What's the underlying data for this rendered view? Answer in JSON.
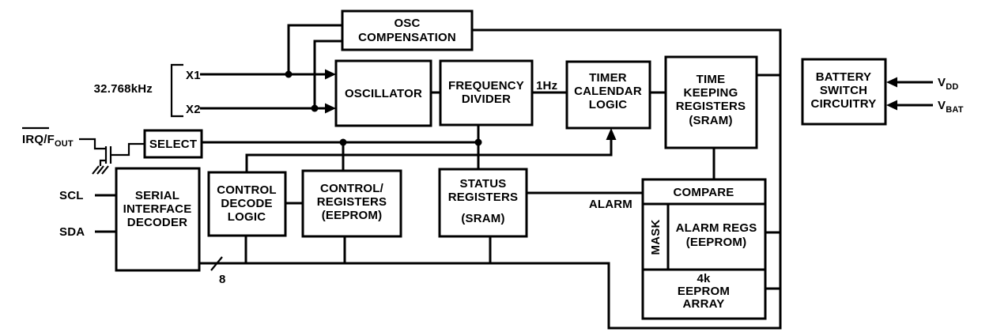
{
  "colors": {
    "ink": "#000000",
    "background": "#ffffff"
  },
  "pins": {
    "crystal_frequency": "32.768kHz",
    "x1": "X1",
    "x2": "X2",
    "irq_fout_main": "IRQ/F",
    "irq_fout_sub": "OUT",
    "scl": "SCL",
    "sda": "SDA",
    "vdd_main": "V",
    "vdd_sub": "DD",
    "vbat_main": "V",
    "vbat_sub": "BAT"
  },
  "signals": {
    "one_hz": "1Hz",
    "alarm": "ALARM",
    "bus_width": "8"
  },
  "boxes": {
    "osc_compensation": {
      "lines": [
        "OSC",
        "COMPENSATION"
      ]
    },
    "oscillator": {
      "lines": [
        "OSCILLATOR"
      ]
    },
    "frequency_divider": {
      "lines": [
        "FREQUENCY",
        "DIVIDER"
      ]
    },
    "timer_calendar_logic": {
      "lines": [
        "TIMER",
        "CALENDAR",
        "LOGIC"
      ]
    },
    "time_keeping_registers": {
      "lines": [
        "TIME",
        "KEEPING",
        "REGISTERS",
        "(SRAM)"
      ]
    },
    "battery_switch_circuitry": {
      "lines": [
        "BATTERY",
        "SWITCH",
        "CIRCUITRY"
      ]
    },
    "select": {
      "lines": [
        "SELECT"
      ]
    },
    "serial_interface_decoder": {
      "lines": [
        "SERIAL",
        "INTERFACE",
        "DECODER"
      ]
    },
    "control_decode_logic": {
      "lines": [
        "CONTROL",
        "DECODE",
        "LOGIC"
      ]
    },
    "control_registers": {
      "lines": [
        "CONTROL/",
        "REGISTERS",
        "(EEPROM)"
      ]
    },
    "status_registers": {
      "lines": [
        "STATUS",
        "REGISTERS",
        "(SRAM)"
      ]
    },
    "compare": {
      "lines": [
        "COMPARE"
      ]
    },
    "mask": {
      "lines": [
        "MASK"
      ]
    },
    "alarm_regs": {
      "lines": [
        "ALARM REGS",
        "(EEPROM)"
      ]
    },
    "eeprom_array": {
      "lines": [
        "4k",
        "EEPROM",
        "ARRAY"
      ]
    }
  }
}
